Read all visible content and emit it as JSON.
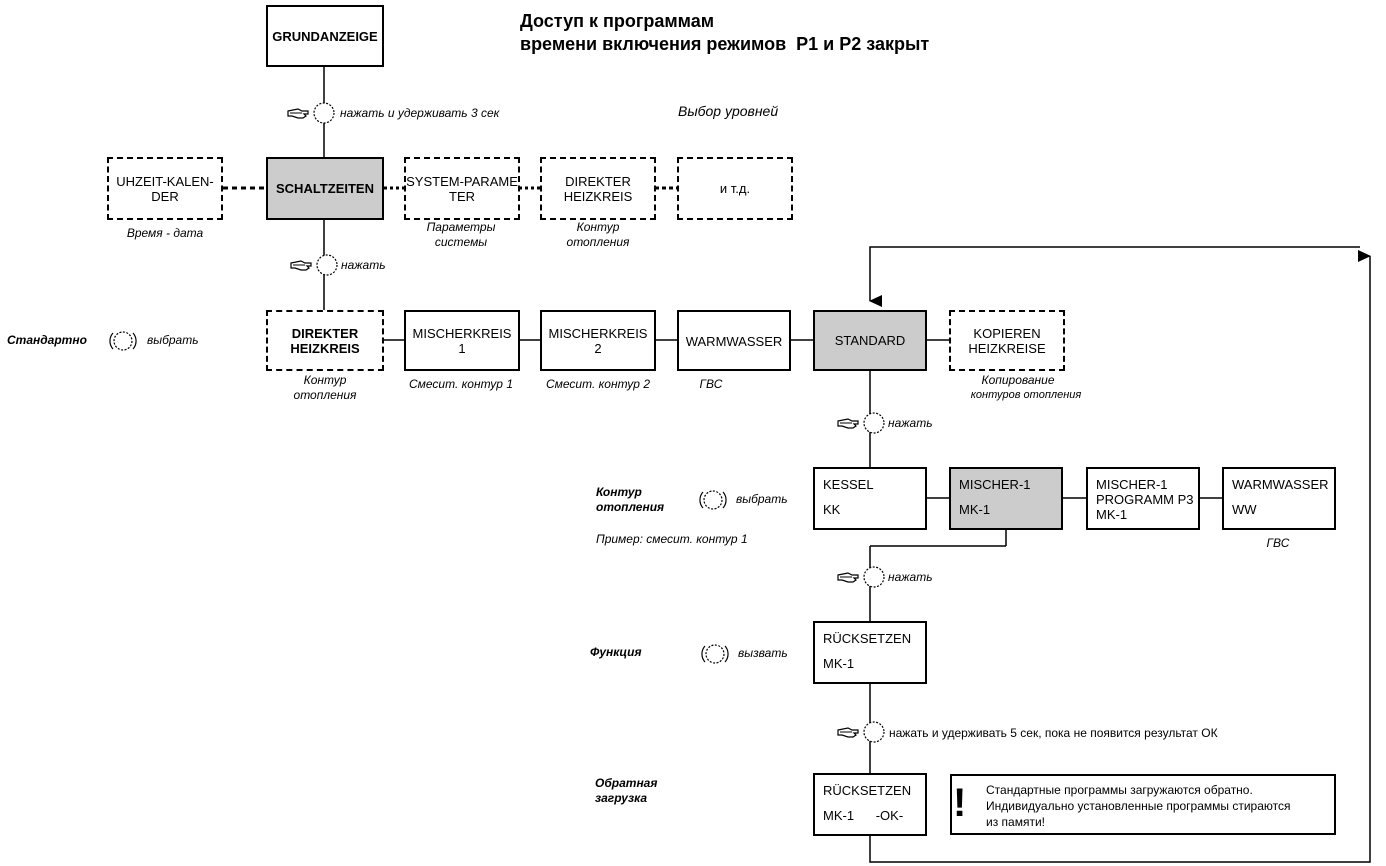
{
  "title": {
    "line1": "Доступ к программам",
    "line2": "времени включения режимов  Р1 и Р2 закрыт"
  },
  "levels_label": "Выбор уровней",
  "boxes": {
    "grundanzeige": [
      "GRUNDANZEIGE"
    ],
    "uhrzeit": [
      "UHZEIT-KALEN-",
      "DER"
    ],
    "schaltzeiten": [
      "SCHALTZEITEN"
    ],
    "system": [
      "SYSTEM-PARAME",
      "TER"
    ],
    "direkter_top": [
      "DIREKTER",
      "HEIZKREIS"
    ],
    "etc": [
      "и т.д."
    ],
    "direkter": [
      "DIREKTER",
      "HEIZKREIS"
    ],
    "mischer1": [
      "MISCHERKREIS",
      "1"
    ],
    "mischer2": [
      "MISCHERKREIS",
      "2"
    ],
    "warmwasser": [
      "WARMWASSER"
    ],
    "standard": [
      "STANDARD"
    ],
    "kopieren": [
      "KOPIEREN",
      "HEIZKREISE"
    ],
    "kessel": [
      "KESSEL",
      "KK"
    ],
    "m1": [
      "MISCHER-1",
      "MK-1"
    ],
    "m1p3": [
      "MISCHER-1",
      "PROGRAMM P3",
      "MK-1"
    ],
    "ww": [
      "WARMWASSER",
      "WW"
    ],
    "reset1": [
      "RÜCKSETZEN",
      "MK-1"
    ],
    "reset2": [
      "RÜCKSETZEN",
      "MK-1      -OK-"
    ]
  },
  "captions": {
    "uhrzeit": [
      "Время - дата"
    ],
    "system": [
      "Параметры",
      "системы"
    ],
    "direkter_top": [
      "Контур",
      "отопления"
    ],
    "direkter": [
      "Контур",
      "отопления"
    ],
    "mischer1": [
      "Смесит. контур 1"
    ],
    "mischer2": [
      "Смесит. контур 2"
    ],
    "warmwasser": [
      "ГВС"
    ],
    "kopieren": [
      "Копирование",
      "контуров отопления"
    ],
    "ww": [
      "ГВС"
    ]
  },
  "actions": {
    "a1": "нажать и удерживать 3 сек",
    "a2": "нажать",
    "a3": "нажать",
    "a4": "нажать",
    "a5": "нажать и удерживать 5 сек, пока не появится результат ОК"
  },
  "side": {
    "standard_lbl": "Стандартно",
    "standard_act": "выбрать",
    "kontur_lbl": [
      "Контур",
      "отопления"
    ],
    "kontur_act": "выбрать",
    "example": "Пример: смесит. контур 1",
    "funktion_lbl": "Функция",
    "funktion_act": "вызвать",
    "reload_lbl": [
      "Обратная",
      "загрузка"
    ]
  },
  "note": {
    "mark": "!",
    "lines": [
      "Стандартные программы загружаются обратно.",
      "Индивидуально установленные программы стираются",
      "из памяти!"
    ]
  },
  "icons": {
    "press": "hand-press-dial-icon",
    "turn": "rotary-dial-icon"
  }
}
